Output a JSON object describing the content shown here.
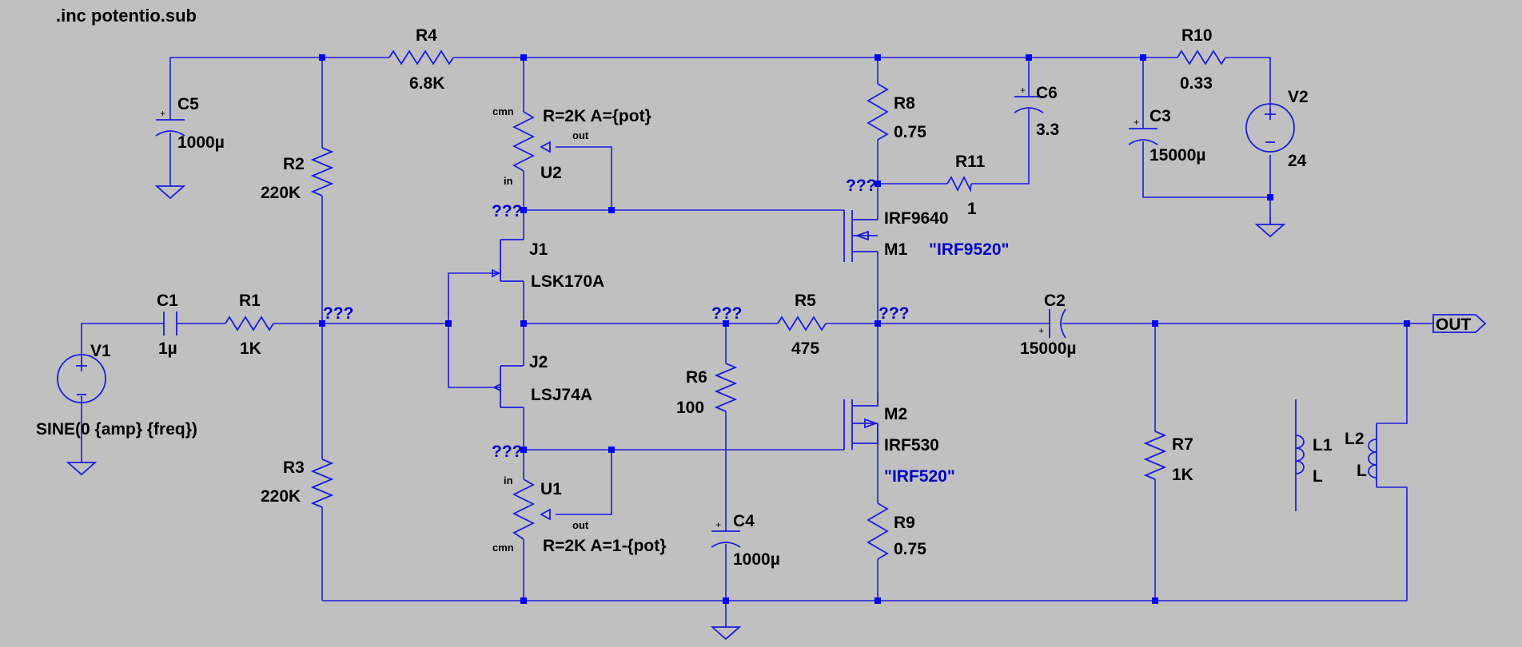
{
  "directive": ".inc potentio.sub",
  "components": {
    "R1": {
      "ref": "R1",
      "value": "1K"
    },
    "R2": {
      "ref": "R2",
      "value": "220K"
    },
    "R3": {
      "ref": "R3",
      "value": "220K"
    },
    "R4": {
      "ref": "R4",
      "value": "6.8K"
    },
    "R5": {
      "ref": "R5",
      "value": "475"
    },
    "R6": {
      "ref": "R6",
      "value": "100"
    },
    "R7": {
      "ref": "R7",
      "value": "1K"
    },
    "R8": {
      "ref": "R8",
      "value": "0.75"
    },
    "R9": {
      "ref": "R9",
      "value": "0.75"
    },
    "R10": {
      "ref": "R10",
      "value": "0.33"
    },
    "R11": {
      "ref": "R11",
      "value": "1"
    },
    "C1": {
      "ref": "C1",
      "value": "1µ"
    },
    "C2": {
      "ref": "C2",
      "value": "15000µ"
    },
    "C3": {
      "ref": "C3",
      "value": "15000µ"
    },
    "C4": {
      "ref": "C4",
      "value": "1000µ"
    },
    "C5": {
      "ref": "C5",
      "value": "1000µ"
    },
    "C6": {
      "ref": "C6",
      "value": "3.3"
    },
    "V1": {
      "ref": "V1",
      "value": "SINE(0 {amp} {freq})"
    },
    "V2": {
      "ref": "V2",
      "value": "24"
    },
    "L1": {
      "ref": "L1",
      "value": "L"
    },
    "L2": {
      "ref": "L2",
      "value": "L"
    },
    "J1": {
      "ref": "J1",
      "value": "LSK170A"
    },
    "J2": {
      "ref": "J2",
      "value": "LSJ74A"
    },
    "M1": {
      "ref": "M1",
      "value": "IRF9640",
      "alt": "\"IRF9520\""
    },
    "M2": {
      "ref": "M2",
      "value": "IRF530",
      "alt": "\"IRF520\""
    },
    "U2": {
      "ref": "U2",
      "param": "R=2K A={pot}",
      "pin_cmn": "cmn",
      "pin_in": "in",
      "pin_out": "out"
    },
    "U1": {
      "ref": "U1",
      "param": "R=2K A=1-{pot}",
      "pin_cmn": "cmn",
      "pin_in": "in",
      "pin_out": "out"
    }
  },
  "net_label_unknown": "???",
  "output_port": "OUT",
  "colors": {
    "background": "#c0c0c0",
    "wire": "#1c1ce0",
    "net_label": "#0000c8",
    "text": "#000000"
  }
}
